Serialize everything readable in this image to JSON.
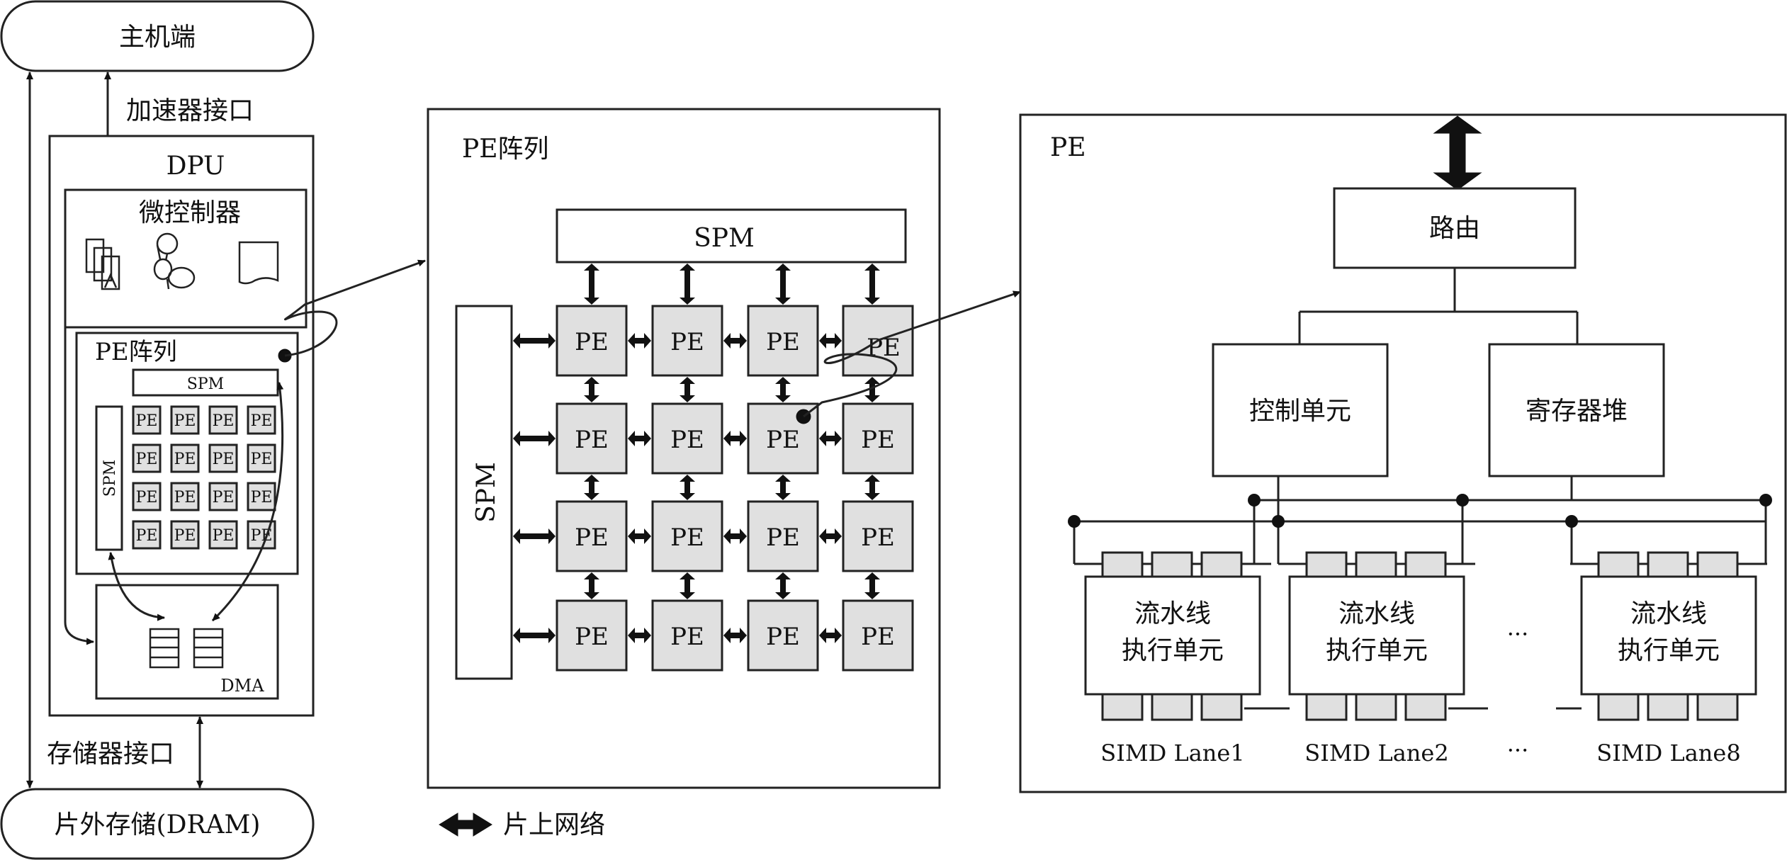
{
  "host": "主机端",
  "accel_interface": "加速器接口",
  "dpu": "DPU",
  "microcontroller": "微控制器",
  "pe_array_small": "PE阵列",
  "spm": "SPM",
  "pe": "PE",
  "dma": "DMA",
  "memory_interface": "存储器接口",
  "dram": "片外存储(DRAM)",
  "pe_array_title": "PE阵列",
  "pe_title": "PE",
  "router": "路由",
  "control_unit": "控制单元",
  "register_file": "寄存器堆",
  "pipeline_line1": "流水线",
  "pipeline_line2": "执行单元",
  "ellipsis": "···",
  "lanes": [
    "SIMD Lane1",
    "SIMD Lane2",
    "SIMD Lane8"
  ],
  "legend": "片上网络"
}
